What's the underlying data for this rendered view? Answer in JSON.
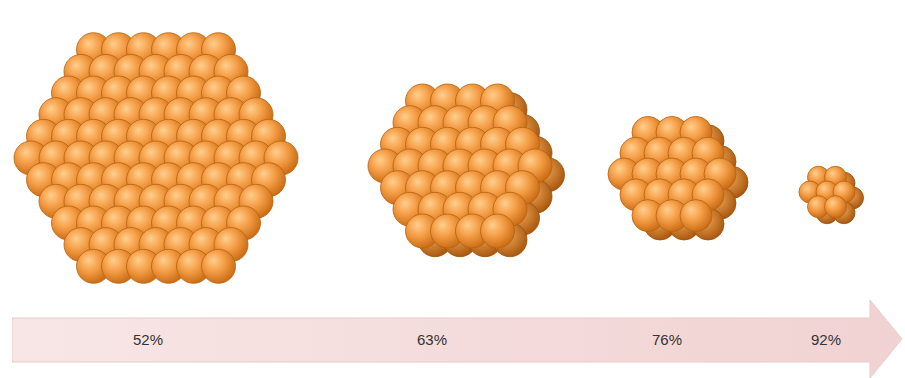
{
  "diagram": {
    "nodes": [
      {
        "text": [
          "52%",
          "63%",
          "76%",
          "92%"
        ]
      }
    ]
  }
}
